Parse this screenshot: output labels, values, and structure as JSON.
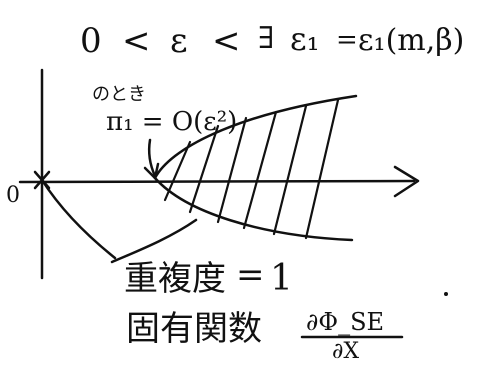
{
  "condition": {
    "zero": "0",
    "less_than_1": "<",
    "epsilon": "ε",
    "less_than_2": "<",
    "exists": "∃",
    "epsilon_1": "ε₁",
    "equals": "=",
    "function_call": "ε₁(m,β)"
  },
  "note": {
    "no_toki": "のとき",
    "pi_estimate": "π₁ = O(ε²)"
  },
  "axis": {
    "origin_label": "0"
  },
  "multiplicity": {
    "label": "重複度",
    "equals": "=",
    "value": "1"
  },
  "eigenfunction": {
    "label": "固有関数",
    "numerator": "∂Φ_SE",
    "denominator": "∂X"
  },
  "colors": {
    "ink": "#111111",
    "background": "#ffffff"
  }
}
